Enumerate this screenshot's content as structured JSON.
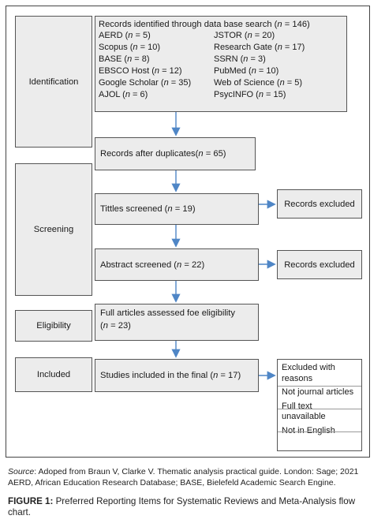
{
  "stages": {
    "identification": "Identification",
    "screening": "Screening",
    "eligibility": "Eligibility",
    "included": "Included"
  },
  "records_identified": {
    "title": "Records identified through data base search (n = 146)",
    "sources": [
      "AERD (n = 5)",
      "JSTOR (n = 20)",
      "Scopus (n = 10)",
      "Research Gate (n = 17)",
      "BASE (n = 8)",
      "SSRN (n = 3)",
      "EBSCO Host (n = 12)",
      "PubMed (n = 10)",
      "Google Scholar (n = 35)",
      "Web of Science (n = 5)",
      "AJOL (n = 6)",
      "PsycINFO (n = 15)"
    ]
  },
  "after_duplicates": "Records after duplicates(n = 65)",
  "titles_screened": "Tittles screened (n = 19)",
  "excluded_1": "Records excluded",
  "abstract_screened": "Abstract screened (n = 22)",
  "excluded_2": "Records excluded",
  "full_articles": [
    "Full articles assessed foe eligibility",
    "(n = 23)"
  ],
  "studies_included": "Studies included in the final (n = 17)",
  "excluded_reasons": [
    "Excluded with reasons",
    "Not journal articles",
    "Full text unavailable",
    "Not in English"
  ],
  "source_note": "Source: Adoped from Braun V, Clarke V. Thematic analysis practical guide. London: Sage; 2021 AERD, African Education Research Database; BASE, Bielefeld Academic Search Engine.",
  "caption_label": "FIGURE 1:",
  "caption_text": " Preferred Reporting Items for Systematic Reviews and Meta-Analysis flow chart.",
  "colors": {
    "arrow": "#4f86c6",
    "box": "#ececec",
    "border": "#555555"
  }
}
